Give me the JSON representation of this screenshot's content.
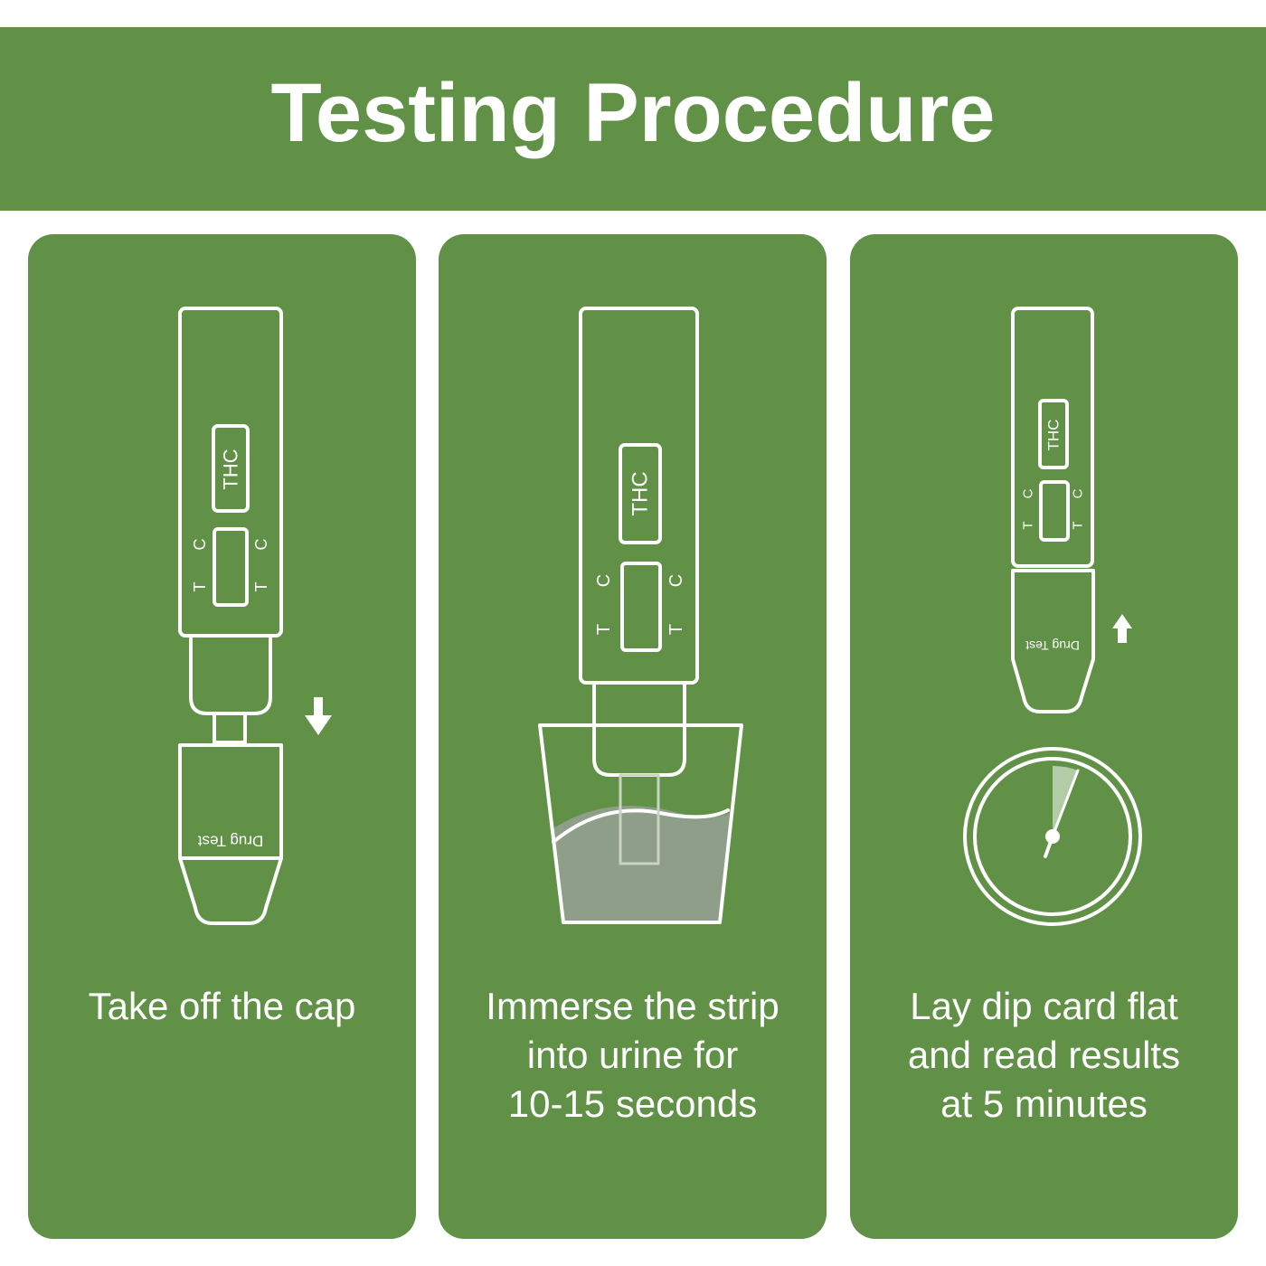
{
  "header": {
    "title": "Testing Procedure"
  },
  "colors": {
    "panel_green": "#619047",
    "line_white": "#ffffff",
    "liquid": "#8f9e89"
  },
  "device": {
    "drug_label": "THC",
    "line_c": "C",
    "line_t": "T",
    "cap_label": "Drug Test"
  },
  "steps": [
    {
      "caption_lines": [
        "Take off the cap"
      ],
      "icon": "arrow-down-icon"
    },
    {
      "caption_lines": [
        "Immerse the strip",
        "into urine for",
        "10-15 seconds"
      ],
      "icon": "cup-icon"
    },
    {
      "caption_lines": [
        "Lay dip card flat",
        "and read results",
        "at 5 minutes"
      ],
      "icon": "timer-icon"
    }
  ]
}
